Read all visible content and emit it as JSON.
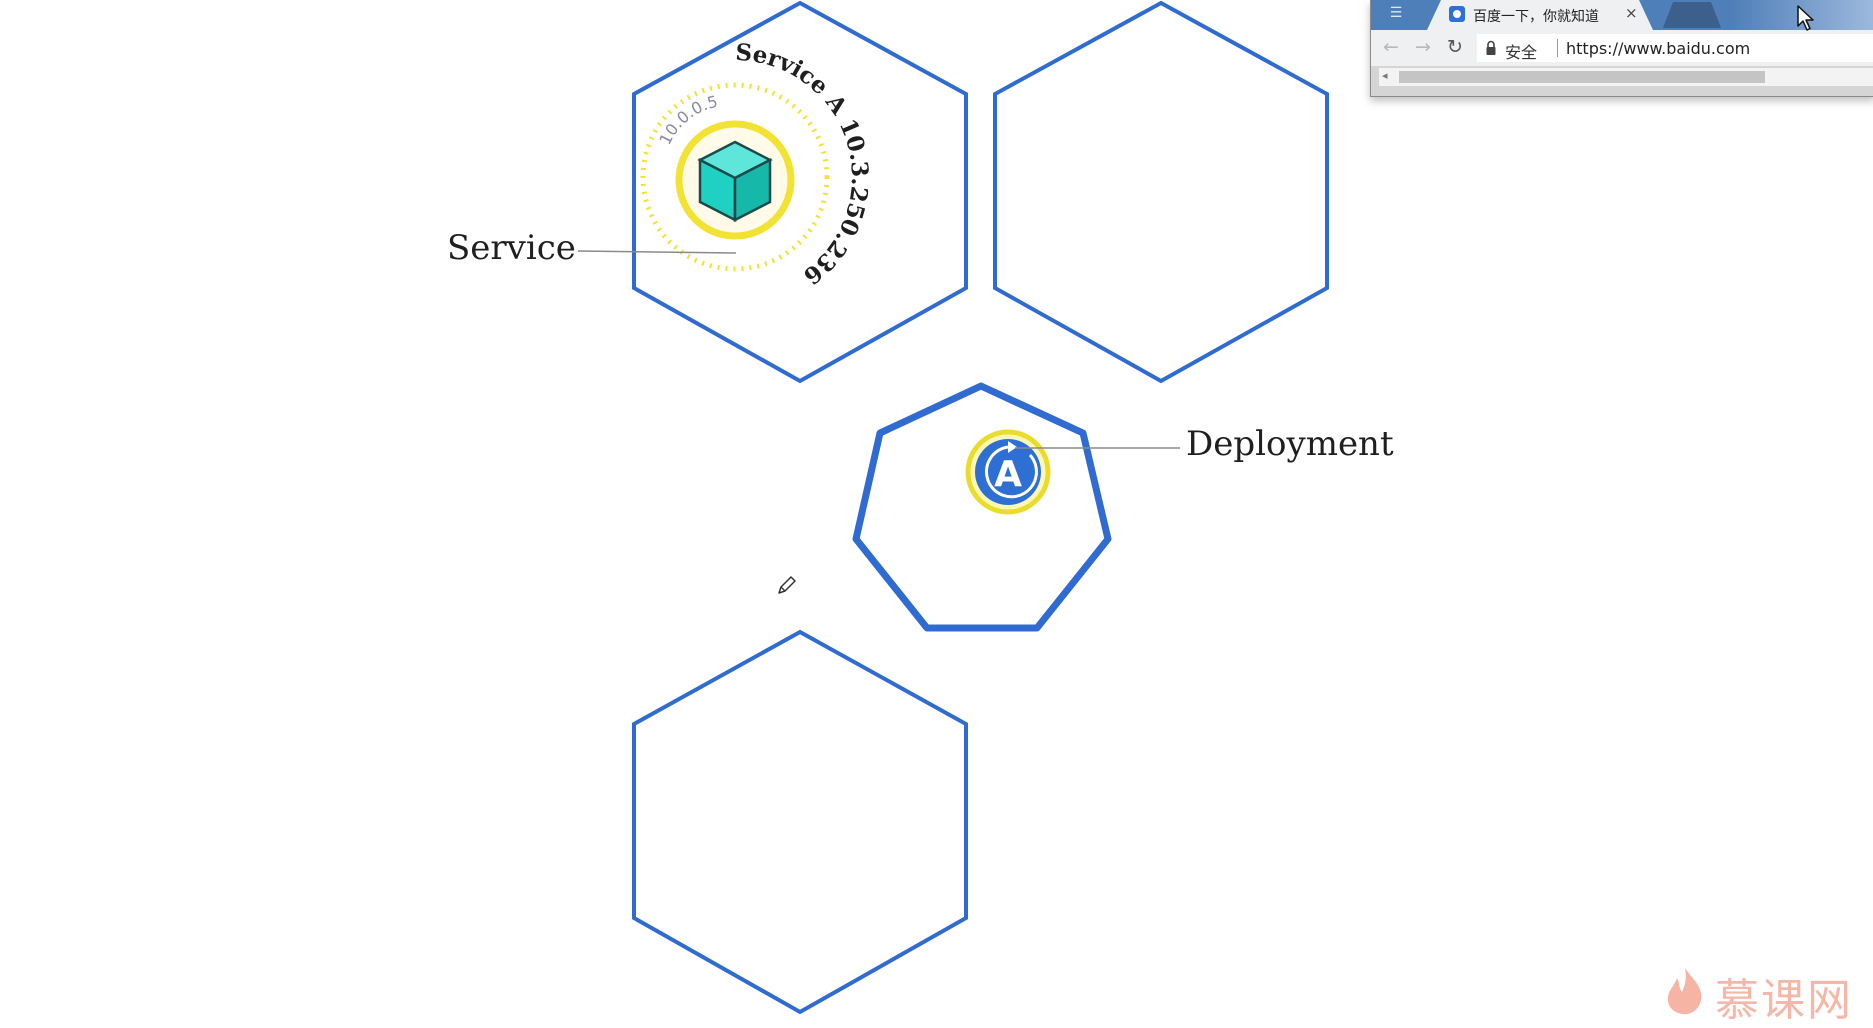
{
  "diagram": {
    "service_label": "Service",
    "deployment_label": "Deployment",
    "service_arc_text": "Service A 10.3.250.236",
    "pod_ip": "10.0.0.5",
    "deployment_badge": "A",
    "colors": {
      "node_stroke": "#2f6bd0",
      "pod_fill": "#1ed1c2",
      "service_ring": "#f2e233",
      "deployment_fill": "#2d6fd3",
      "leader_line": "#8a8a8a"
    }
  },
  "browser": {
    "tab_title": "百度一下，你就知道",
    "tab_close": "×",
    "secure_label": "安全",
    "url": "https://www.baidu.com",
    "icons": [
      "menu-icon",
      "baidu-favicon",
      "back-icon",
      "forward-icon",
      "reload-icon",
      "lock-icon"
    ]
  },
  "watermark": {
    "text": "慕课网"
  }
}
